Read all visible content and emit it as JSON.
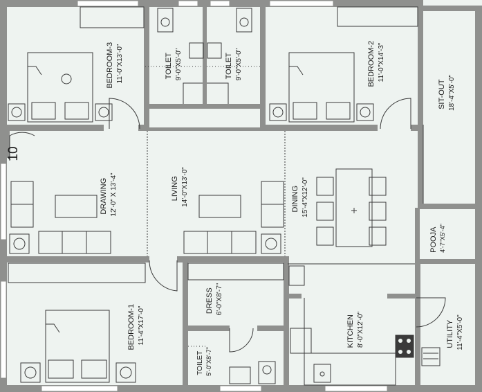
{
  "colors": {
    "background": "#eef3f0",
    "wall": "#8f908e",
    "line": "#3a3a3a",
    "text": "#1a1a1a",
    "window": "#ffffff"
  },
  "entrance_number": "10",
  "rooms": {
    "bedroom3": {
      "name": "BEDROOM-3",
      "dim": "11'-0\"X13'-0\""
    },
    "toilet_a": {
      "name": "TOILET",
      "dim": "9'-0\"X5'-0\""
    },
    "toilet_b": {
      "name": "TOILET",
      "dim": "9'-0\"X5'-0\""
    },
    "bedroom2": {
      "name": "BEDROOM-2",
      "dim": "11'-0\"X14'-3\""
    },
    "sitout": {
      "name": "SIT-OUT",
      "dim": "18'-4\"X5'-0\""
    },
    "drawing": {
      "name": "DRAWING",
      "dim": "12'-0\" X 13'-4\""
    },
    "living": {
      "name": "LIVING",
      "dim": "14'-0\"X13'-0\""
    },
    "dining": {
      "name": "DINING",
      "dim": "15'-4\"X12'-0\""
    },
    "pooja": {
      "name": "POOJA",
      "dim": "4'-7\"X5'-4\""
    },
    "bedroom1": {
      "name": "BEDROOM-1",
      "dim": "11'-4\"X17'-0\""
    },
    "dress": {
      "name": "DRESS",
      "dim": "6'-0\"X8'-7\""
    },
    "kitchen": {
      "name": "KITCHEN",
      "dim": "8'-0\"X12'-0\""
    },
    "utility": {
      "name": "UTILITY",
      "dim": "11'-4\"X5'-0\""
    },
    "toilet_c": {
      "name": "TOILET",
      "dim": "5'-0\"X8'-7\""
    }
  }
}
